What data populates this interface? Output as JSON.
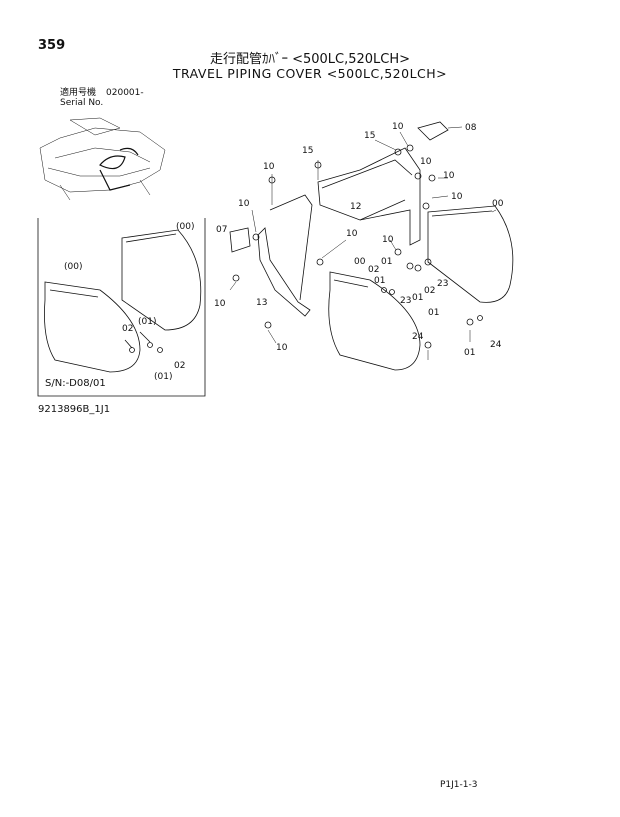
{
  "page_number": "359",
  "title_jp": "走行配管ｶﾊﾞｰ <500LC,520LCH>",
  "title_en": "TRAVEL PIPING COVER <500LC,520LCH>",
  "serial": {
    "label_jp": "適用号機",
    "value": "020001-",
    "label_en": "Serial No."
  },
  "inset": {
    "serial_note": "S/N:-D08/01"
  },
  "doc_code": "9213896B_1J1",
  "footer_code": "P1J1-1-3",
  "callouts": {
    "c08": "08",
    "c15a": "15",
    "c10a": "10",
    "c10b": "10",
    "c15b": "15",
    "c10c": "10",
    "c10d": "10",
    "c10e": "10",
    "c00a": "00",
    "c10f": "10",
    "c07": "07",
    "c12": "12",
    "c10g": "10",
    "c10h": "10",
    "c10i": "10",
    "c13": "13",
    "c10j": "10",
    "c00b": "00",
    "c02a": "02",
    "c01a": "01",
    "c01b": "01",
    "c23a": "23",
    "c01c": "01",
    "c02b": "02",
    "c23b": "23",
    "c01d": "01",
    "c24a": "24",
    "c24b": "24",
    "c01e": "01",
    "i00a": "(00)",
    "i00b": "(00)",
    "i01a": "(01)",
    "i02a": "02",
    "i02b": "02",
    "i01b": "(01)"
  }
}
